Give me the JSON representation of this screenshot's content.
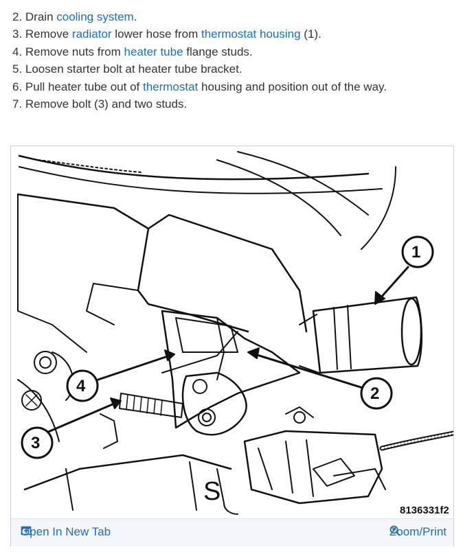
{
  "steps": [
    {
      "parts": [
        {
          "t": "2. Drain "
        },
        {
          "t": "cooling system",
          "link": true
        },
        {
          "t": "."
        }
      ]
    },
    {
      "parts": [
        {
          "t": "3. Remove "
        },
        {
          "t": "radiator",
          "link": true
        },
        {
          "t": " lower hose from "
        },
        {
          "t": "thermostat housing",
          "link": true
        },
        {
          "t": " (1)."
        }
      ]
    },
    {
      "parts": [
        {
          "t": "4. Remove nuts from "
        },
        {
          "t": "heater tube",
          "link": true
        },
        {
          "t": " flange studs."
        }
      ]
    },
    {
      "parts": [
        {
          "t": "5. Loosen starter bolt at heater tube bracket."
        }
      ]
    },
    {
      "parts": [
        {
          "t": "6. Pull heater tube out of "
        },
        {
          "t": "thermostat",
          "link": true
        },
        {
          "t": " housing and position out of the way."
        }
      ]
    },
    {
      "parts": [
        {
          "t": "7. Remove bolt (3) and two studs."
        }
      ]
    }
  ],
  "figure": {
    "callouts": [
      "1",
      "2",
      "3",
      "4"
    ],
    "figure_id": "8136331f2"
  },
  "toolbar": {
    "open_tab_label": "Open In New Tab",
    "zoom_label": "Zoom/Print"
  },
  "colors": {
    "text": "#333333",
    "link": "#1a6fb0",
    "toolbar_bg": "#f3f7fb"
  },
  "icons": [
    "open-in-new-tab-icon",
    "zoom-magnifier-icon"
  ]
}
